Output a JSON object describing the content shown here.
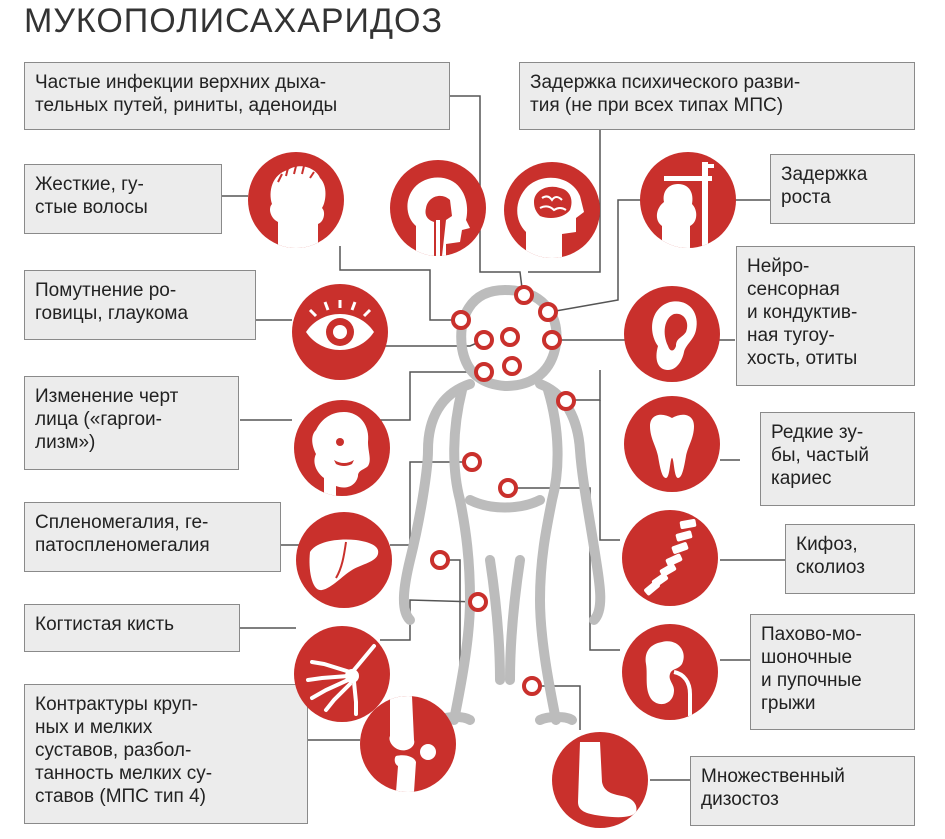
{
  "title": "МУКОПОЛИСАХАРИДОЗ",
  "colors": {
    "accent": "#c9302c",
    "box_bg": "#ececec",
    "box_border": "#8a8a8a",
    "line": "#555555"
  },
  "labels": {
    "infections": "Частые инфекции верхних дыха-\nтельных путей, риниты, аденоиды",
    "mental": "Задержка психического разви-\nтия (не при всех типах МПС)",
    "hair": "Жесткие, гу-\nстые волосы",
    "growth": "Задержка\nроста",
    "cornea": "Помутнение ро-\nговицы, глаукома",
    "hearing": "Нейро-\nсенсорная\nи кондуктив-\nная тугоу-\nхость, отиты",
    "face": "Изменение черт\nлица («гаргои-\nлизм»)",
    "teeth": "Редкие зу-\nбы, частый\nкариес",
    "spleen": "Спленомегалия, ге-\nпатоспленомегалия",
    "spine": "Кифоз,\nсколиоз",
    "hand": "Когтистая кисть",
    "hernia": "Пахово-мо-\nшоночные\nи пупочные\nгрыжи",
    "joints": "Контрактуры круп-\nных и мелких\nсуставов, разбол-\nтанность мелких су-\nставов (МПС тип 4)",
    "dysostosis": "Множественный\nдизостоз"
  },
  "icons": [
    "head-hair-icon",
    "airway-icon",
    "brain-icon",
    "height-icon",
    "eye-icon",
    "ear-icon",
    "face-icon",
    "tooth-icon",
    "liver-icon",
    "spine-icon",
    "hand-bones-icon",
    "kidney-icon",
    "knee-icon",
    "foot-icon"
  ]
}
